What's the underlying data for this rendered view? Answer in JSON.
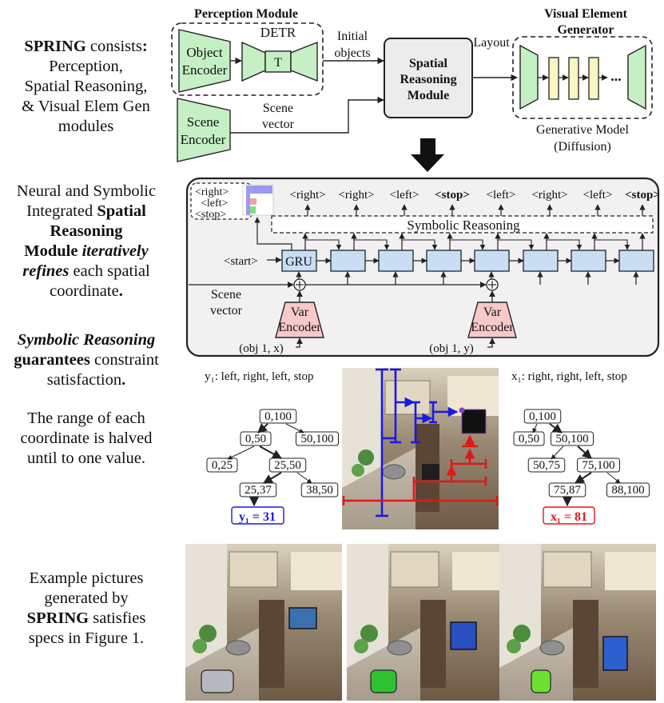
{
  "left_texts": {
    "t1": {
      "l1_bold": "SPRING",
      "l1_rest": " consists",
      "l1_colon": ":",
      "l2": "Perception,",
      "l3": "Spatial Reasoning,",
      "l4": "& Visual Elem Gen",
      "l5": "modules"
    },
    "t2": {
      "l1": "Neural and Symbolic",
      "l2_a": "Integrated ",
      "l2_b": "Spatial",
      "l3": "Reasoning",
      "l4_a": "Module ",
      "l4_b": "iteratively",
      "l5_a": "refines",
      "l5_b": " each spatial",
      "l6_a": "coordinate",
      "l6_b": "."
    },
    "t3": {
      "l1": "Symbolic Reasoning",
      "l2_a": "guarantees",
      "l2_b": " constraint",
      "l3_a": "satisfaction",
      "l3_b": "."
    },
    "t4": {
      "l1": "The range of each",
      "l2": "coordinate is halved",
      "l3": "until to one value."
    },
    "t5": {
      "l1": "Example pictures",
      "l2": "generated by",
      "l3_a": "SPRING",
      "l3_b": " satisfies",
      "l4": "specs in Figure 1."
    }
  },
  "top": {
    "perception_title": "Perception Module",
    "detr": "DETR",
    "object_encoder": [
      "Object",
      "Encoder"
    ],
    "t_label": "T",
    "initial_objects": [
      "Initial",
      "objects"
    ],
    "srm": [
      "Spatial",
      "Reasoning",
      "Module"
    ],
    "layout": "Layout",
    "veg_title": [
      "Visual Element",
      "Generator"
    ],
    "dots": "...",
    "gen_model": [
      "Generative Model",
      "(Diffusion)"
    ],
    "scene_vector": [
      "Scene",
      "vector"
    ],
    "scene_encoder": [
      "Scene",
      "Encoder"
    ]
  },
  "middle": {
    "legend": [
      "<right>",
      "<left>",
      "<stop>"
    ],
    "outputs": [
      "<right>",
      "<right>",
      "<left>",
      "<stop>",
      "<left>",
      "<right>",
      "<left>",
      "<stop>"
    ],
    "output_bold": [
      false,
      false,
      false,
      true,
      false,
      false,
      false,
      true
    ],
    "symbolic": "Symbolic Reasoning",
    "start": "<start>",
    "gru": "GRU",
    "scene_vector": [
      "Scene",
      "vector"
    ],
    "var_encoder": [
      "Var",
      "Encoder"
    ],
    "input_x": "(obj 1, x)",
    "input_y": "(obj 1, y)",
    "plus": "+"
  },
  "trees": {
    "y_header": "y₁: left, right, left, stop",
    "x_header": "x₁: right, right, left, stop",
    "y_nodes": [
      "0,100",
      "0,50",
      "50,100",
      "0,25",
      "25,50",
      "25,37",
      "38,50"
    ],
    "y_result": "y₁ = 31",
    "x_nodes": [
      "0,100",
      "0,50",
      "50,100",
      "50,75",
      "75,100",
      "75,87",
      "88,100"
    ],
    "x_result": "x₁ = 81"
  },
  "colors": {
    "encoder_green": "#c5f0c5",
    "gru_blue": "#c9ddf5",
    "var_pink": "#f7c9c9",
    "gen_yellow": "#fbf5c4",
    "blue": "#1a1ae0",
    "red": "#e01818",
    "legend_blue": "#9a9af0",
    "legend_pink": "#f0a0a8",
    "legend_green": "#80e080"
  }
}
